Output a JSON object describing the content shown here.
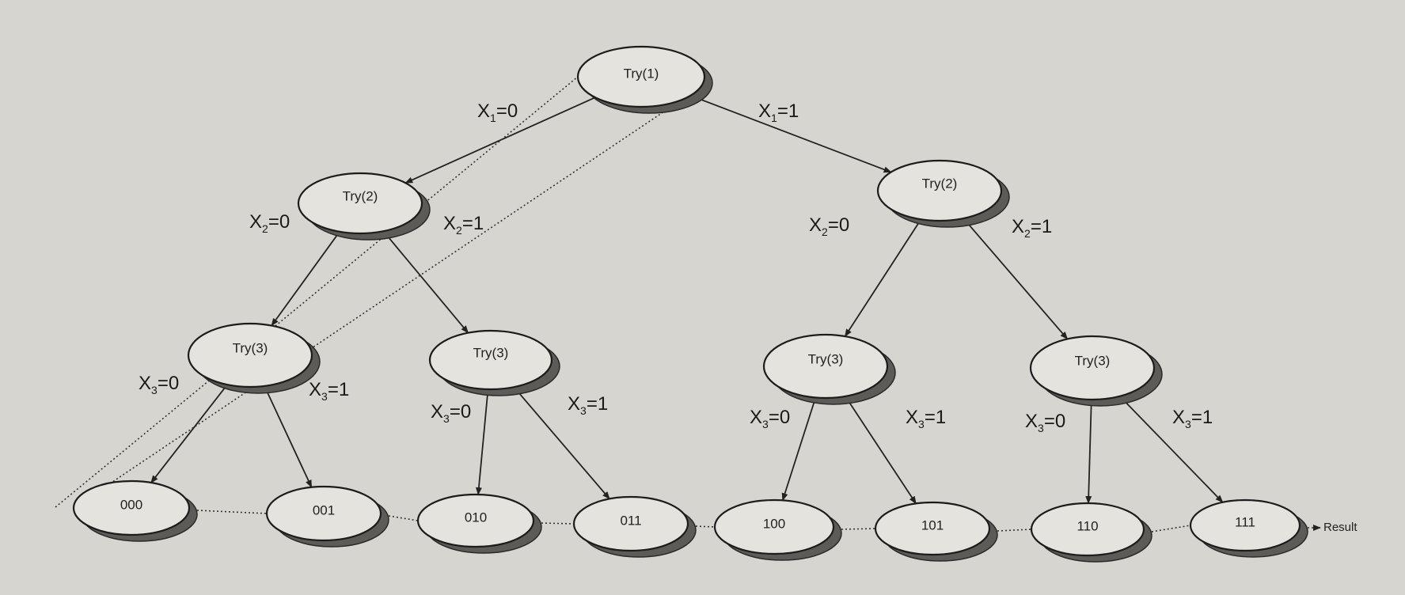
{
  "nodes": [
    {
      "id": "root",
      "label": "Try(1)"
    },
    {
      "id": "l2a",
      "label": "Try(2)"
    },
    {
      "id": "l2b",
      "label": "Try(2)"
    },
    {
      "id": "l3a",
      "label": "Try(3)"
    },
    {
      "id": "l3b",
      "label": "Try(3)"
    },
    {
      "id": "l3c",
      "label": "Try(3)"
    },
    {
      "id": "l3d",
      "label": "Try(3)"
    },
    {
      "id": "r000",
      "label": "000"
    },
    {
      "id": "r001",
      "label": "001"
    },
    {
      "id": "r010",
      "label": "010"
    },
    {
      "id": "r011",
      "label": "011"
    },
    {
      "id": "r100",
      "label": "100"
    },
    {
      "id": "r101",
      "label": "101"
    },
    {
      "id": "r110",
      "label": "110"
    },
    {
      "id": "r111",
      "label": "111"
    }
  ],
  "edges": [
    {
      "from": "root",
      "to": "l2a",
      "var": "X",
      "sub": "1",
      "val": "=0"
    },
    {
      "from": "root",
      "to": "l2b",
      "var": "X",
      "sub": "1",
      "val": "=1"
    },
    {
      "from": "l2a",
      "to": "l3a",
      "var": "X",
      "sub": "2",
      "val": "=0"
    },
    {
      "from": "l2a",
      "to": "l3b",
      "var": "X",
      "sub": "2",
      "val": "=1"
    },
    {
      "from": "l2b",
      "to": "l3c",
      "var": "X",
      "sub": "2",
      "val": "=0"
    },
    {
      "from": "l2b",
      "to": "l3d",
      "var": "X",
      "sub": "2",
      "val": "=1"
    },
    {
      "from": "l3a",
      "to": "r000",
      "var": "X",
      "sub": "3",
      "val": "=0"
    },
    {
      "from": "l3a",
      "to": "r001",
      "var": "X",
      "sub": "3",
      "val": "=1"
    },
    {
      "from": "l3b",
      "to": "r010",
      "var": "X",
      "sub": "3",
      "val": "=0"
    },
    {
      "from": "l3b",
      "to": "r011",
      "var": "X",
      "sub": "3",
      "val": "=1"
    },
    {
      "from": "l3c",
      "to": "r100",
      "var": "X",
      "sub": "3",
      "val": "=0"
    },
    {
      "from": "l3c",
      "to": "r101",
      "var": "X",
      "sub": "3",
      "val": "=1"
    },
    {
      "from": "l3d",
      "to": "r110",
      "var": "X",
      "sub": "3",
      "val": "=0"
    },
    {
      "from": "l3d",
      "to": "r111",
      "var": "X",
      "sub": "3",
      "val": "=1"
    }
  ],
  "result_label": "Result"
}
